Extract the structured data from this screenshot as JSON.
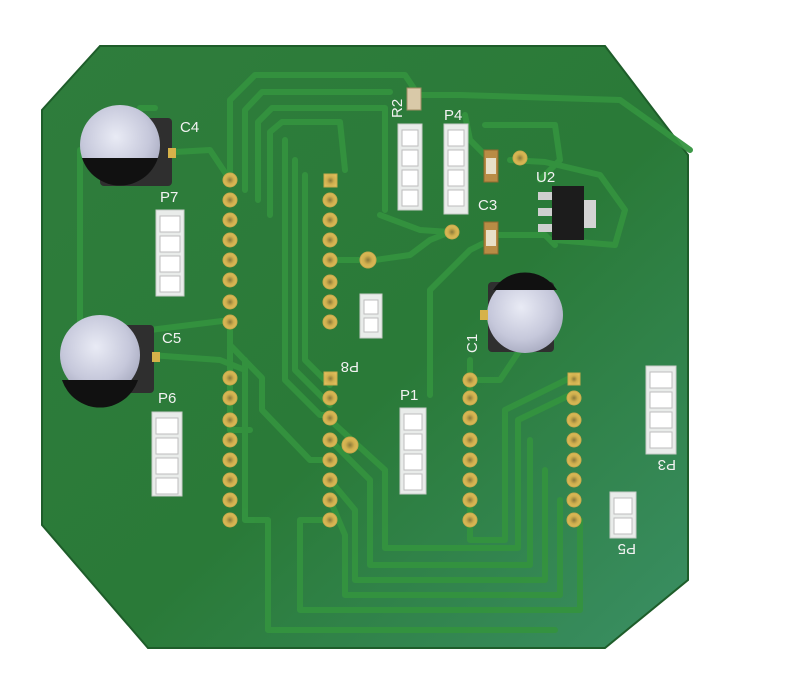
{
  "board": {
    "colors": {
      "board_light": "#3a8a55",
      "board_dark": "#1f6b2f",
      "trace": "#2c8a3a",
      "pad": "#d6b24a",
      "silk": "#f2f2f2",
      "connector": "#e9ecea",
      "cap_can": "#b9bccf",
      "cap_base": "#3b3b3b"
    },
    "labels": {
      "c4": "C4",
      "c5": "C5",
      "c1": "C1",
      "c3": "C3",
      "r2": "R2",
      "p1": "P1",
      "p3": "P3",
      "p4": "P4",
      "p5": "P5",
      "p6": "P6",
      "p7": "P7",
      "p8": "P8",
      "u2": "U2"
    }
  }
}
